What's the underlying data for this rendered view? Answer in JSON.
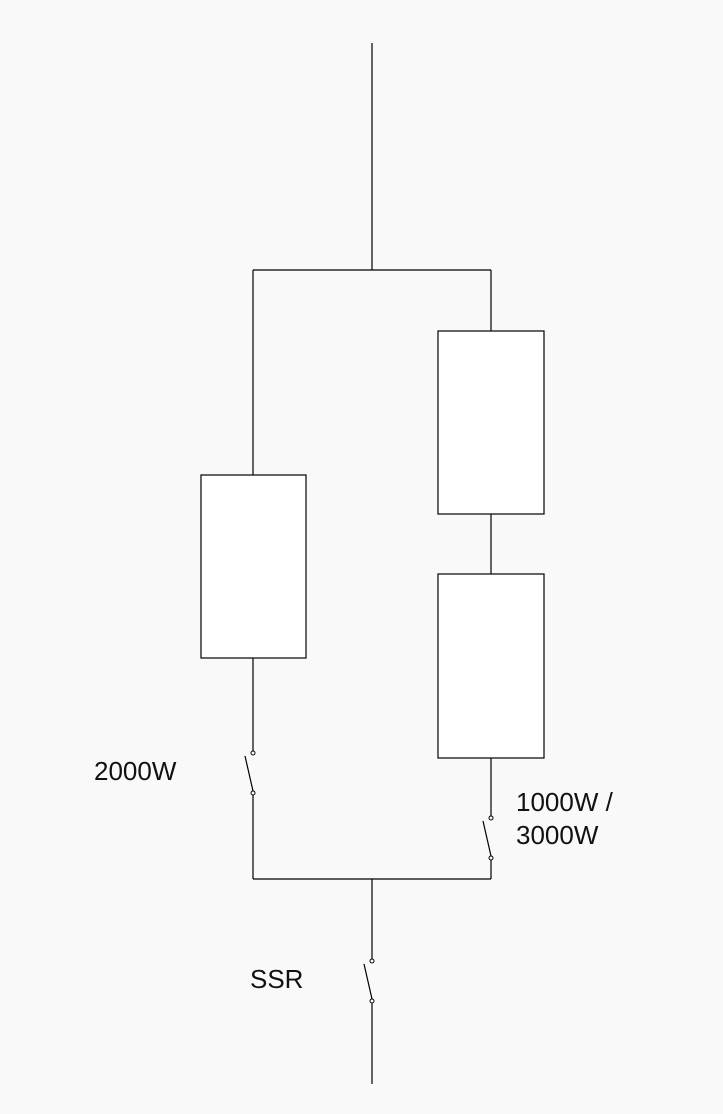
{
  "labels": {
    "switch_left": "2000W",
    "switch_right_line1": "1000W /",
    "switch_right_line2": "3000W",
    "switch_main": "SSR"
  },
  "colors": {
    "background": "#f9f9f9",
    "line": "#000000",
    "element_fill": "#ffffff"
  }
}
